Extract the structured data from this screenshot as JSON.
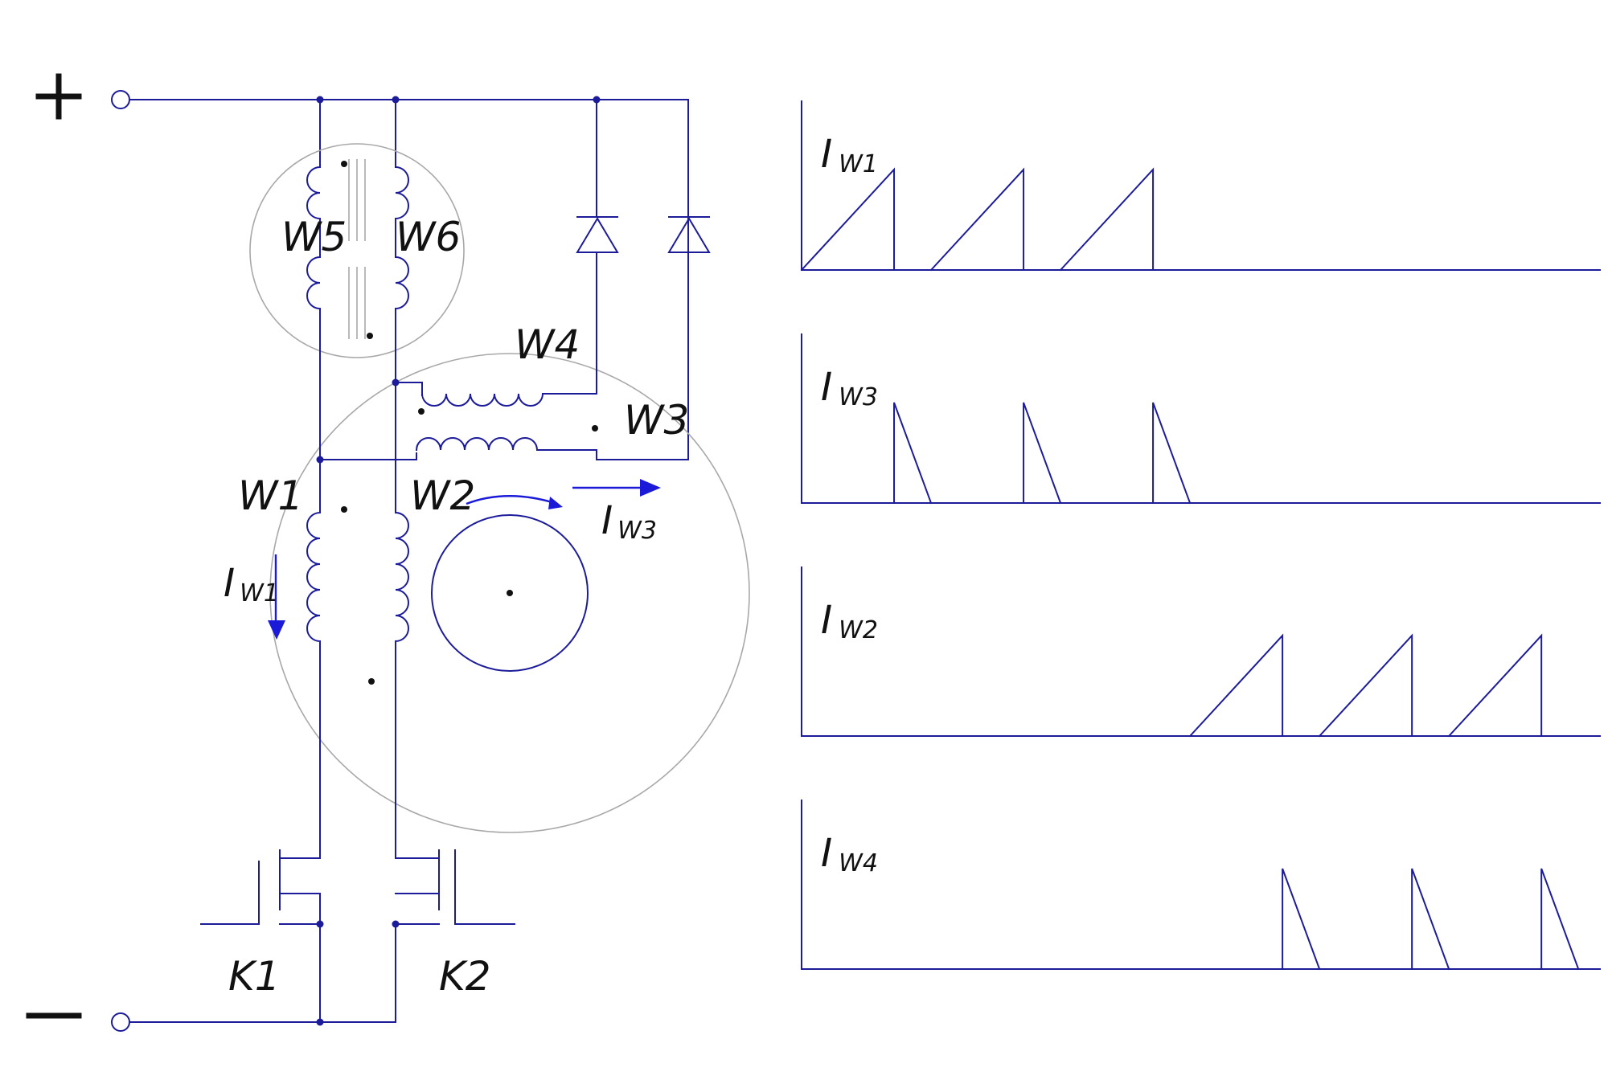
{
  "terminals": {
    "plus": "+",
    "minus": "−"
  },
  "windings": {
    "w1": "W1",
    "w2": "W2",
    "w3": "W3",
    "w4": "W4",
    "w5": "W5",
    "w6": "W6"
  },
  "switches": {
    "k1": "K1",
    "k2": "K2"
  },
  "currents": {
    "i_w1": {
      "main": "I",
      "sub": "W1"
    },
    "i_w3": {
      "main": "I",
      "sub": "W3"
    }
  },
  "chart_data": [
    {
      "type": "line",
      "title": "",
      "ylabel": {
        "main": "I",
        "sub": "W1"
      },
      "xlim": [
        0,
        12
      ],
      "ylim": [
        0,
        1
      ],
      "shape": "sawtooth-rising",
      "series": [
        {
          "pulses": [
            {
              "start": 0,
              "end": 1
            },
            {
              "start": 1.4,
              "end": 2.4
            },
            {
              "start": 2.8,
              "end": 3.8
            }
          ]
        }
      ]
    },
    {
      "type": "line",
      "title": "",
      "ylabel": {
        "main": "I",
        "sub": "W3"
      },
      "xlim": [
        0,
        12
      ],
      "ylim": [
        0,
        1
      ],
      "shape": "decay",
      "series": [
        {
          "pulses": [
            {
              "start": 1,
              "end": 1.4
            },
            {
              "start": 2.4,
              "end": 2.8
            },
            {
              "start": 3.8,
              "end": 4.2
            }
          ]
        }
      ]
    },
    {
      "type": "line",
      "title": "",
      "ylabel": {
        "main": "I",
        "sub": "W2"
      },
      "xlim": [
        0,
        12
      ],
      "ylim": [
        0,
        1
      ],
      "shape": "sawtooth-rising",
      "series": [
        {
          "pulses": [
            {
              "start": 4.2,
              "end": 5.2
            },
            {
              "start": 5.6,
              "end": 6.6
            },
            {
              "start": 7.0,
              "end": 8.0
            }
          ]
        }
      ]
    },
    {
      "type": "line",
      "title": "",
      "ylabel": {
        "main": "I",
        "sub": "W4"
      },
      "xlim": [
        0,
        12
      ],
      "ylim": [
        0,
        1
      ],
      "shape": "decay",
      "series": [
        {
          "pulses": [
            {
              "start": 5.2,
              "end": 5.6
            },
            {
              "start": 6.6,
              "end": 7.0
            },
            {
              "start": 8.0,
              "end": 8.4
            }
          ]
        }
      ]
    }
  ]
}
